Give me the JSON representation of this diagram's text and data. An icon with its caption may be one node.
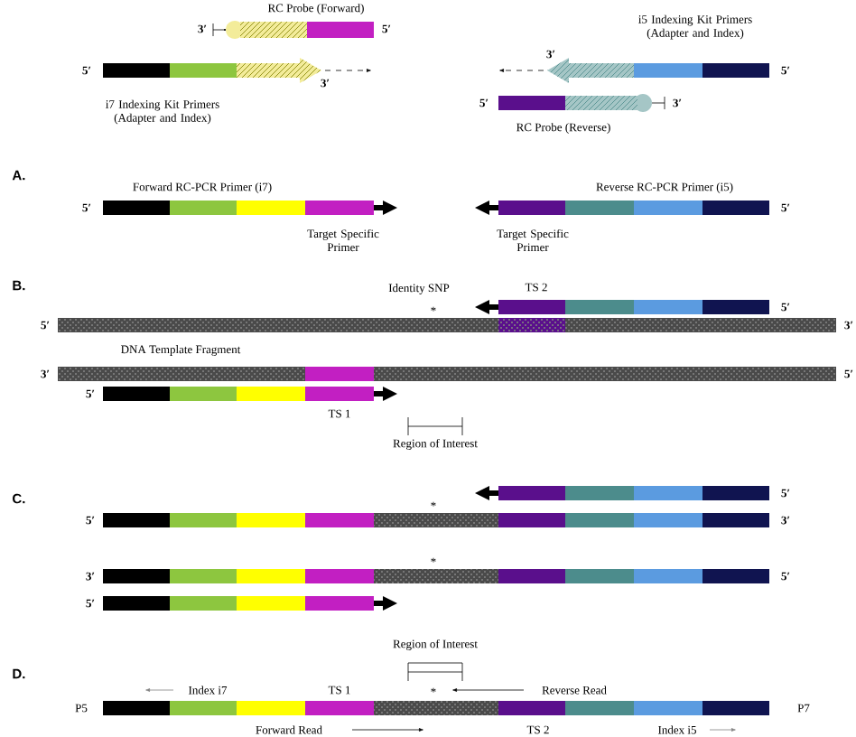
{
  "diagram": {
    "labels": [
      "RC Probe (Forward)",
      "i5 Indexing Kit Primers (Adapter and Index)",
      "3′",
      "5′",
      "5′",
      "3′",
      "5′",
      "3′",
      "i7 Indexing Kit Primers (Adapter and Index)",
      "5′",
      "3′",
      "RC Probe (Reverse)",
      "A.",
      "Forward RC-PCR Primer (i7)",
      "Reverse RC-PCR Primer (i5)",
      "5′",
      "5′",
      "Target Specific Primer",
      "Target Specific Primer",
      "B.",
      "Identity SNP",
      "TS 2",
      "*",
      "5′",
      "5′",
      "3′",
      "DNA Template Fragment",
      "3′",
      "5′",
      "5′",
      "TS 1",
      "Region of Interest",
      "C.",
      "5′",
      "*",
      "5′",
      "3′",
      "*",
      "3′",
      "5′",
      "5′",
      "Region of Interest",
      "D.",
      "Index i7",
      "TS 1",
      "*",
      "Reverse Read",
      "P5",
      "P7",
      "Forward Read",
      "TS 2",
      "Index i5"
    ]
  }
}
